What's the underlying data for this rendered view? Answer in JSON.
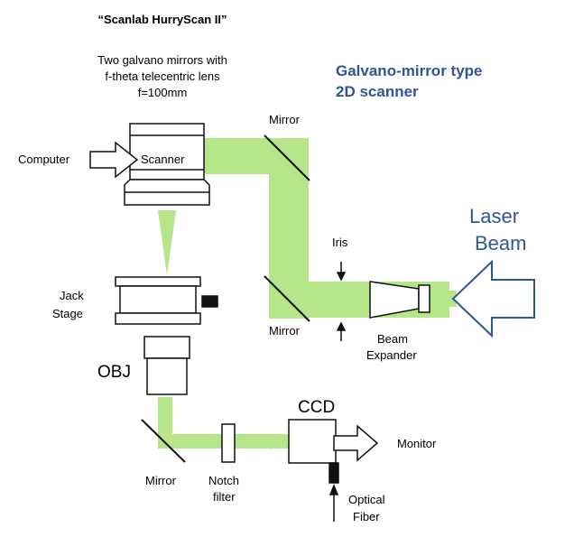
{
  "header": {
    "title": "“Scanlab  HurryScan  II”",
    "desc_line1": "Two galvano mirrors with",
    "desc_line2": "f-theta telecentric  lens",
    "desc_line3": "f=100mm"
  },
  "heading": {
    "line1": "Galvano-mirror type",
    "line2": "2D scanner"
  },
  "labels": {
    "mirror_top": "Mirror",
    "computer": "Computer",
    "scanner": "Scanner",
    "iris": "Iris",
    "laser1": "Laser",
    "laser2": "Beam",
    "jack1": "Jack",
    "jack2": "Stage",
    "mirror_mid": "Mirror",
    "beam1": "Beam",
    "beam2": "Expander",
    "obj": "OBJ",
    "ccd": "CCD",
    "monitor": "Monitor",
    "mirror_bottom": "Mirror",
    "notch1": "Notch",
    "notch2": "filter",
    "optical1": "Optical",
    "optical2": "Fiber"
  },
  "colors": {
    "beam": "#b5e68a",
    "heading": "#2f5597",
    "laser_arrow": "#2f5597",
    "outline": "#111111"
  }
}
